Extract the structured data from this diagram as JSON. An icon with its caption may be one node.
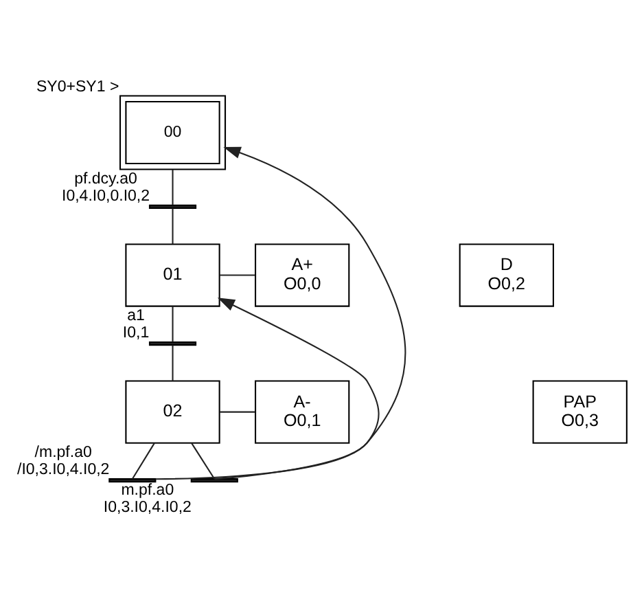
{
  "diagram": {
    "nodes": [
      {
        "text": [
          "00"
        ],
        "beside": [
          "SY0+SY1 >"
        ]
      },
      {
        "text": [],
        "shape": "bar",
        "beside": [
          "pf.dcy.a0",
          "I0,4.I0,0.I0,2"
        ]
      },
      {
        "text": [
          "01"
        ]
      },
      {
        "text": [
          "A+",
          "O0,0"
        ]
      },
      {
        "text": [
          "D",
          "O0,2"
        ]
      },
      {
        "text": [],
        "shape": "bar",
        "beside": [
          "a1",
          "I0,1"
        ]
      },
      {
        "text": [
          "02"
        ]
      },
      {
        "text": [
          "A-",
          "O0,1"
        ]
      },
      {
        "text": [
          "PAP",
          "O0,3"
        ]
      },
      {
        "text": [],
        "shape": "bar",
        "beside": [
          "/m.pf.a0",
          "/I0,3.I0,4.I0,2"
        ]
      },
      {
        "text": [],
        "shape": "bar",
        "beside": [
          "m.pf.a0",
          "I0,3.I0,4.I0,2"
        ]
      }
    ],
    "edges": [
      {
        "from": 0,
        "to": 1,
        "arrow": "none"
      },
      {
        "from": 1,
        "to": 2,
        "arrow": "none"
      },
      {
        "from": 2,
        "to": 3,
        "arrow": "none"
      },
      {
        "from": 2,
        "to": 5,
        "arrow": "none"
      },
      {
        "from": 5,
        "to": 6,
        "arrow": "none"
      },
      {
        "from": 6,
        "to": 7,
        "arrow": "none"
      },
      {
        "from": 6,
        "to": 9,
        "arrow": "none"
      },
      {
        "from": 6,
        "to": 10,
        "arrow": "none"
      },
      {
        "from": 9,
        "to": 0,
        "arrow": "to"
      },
      {
        "from": 10,
        "to": 2,
        "arrow": "to"
      }
    ]
  }
}
